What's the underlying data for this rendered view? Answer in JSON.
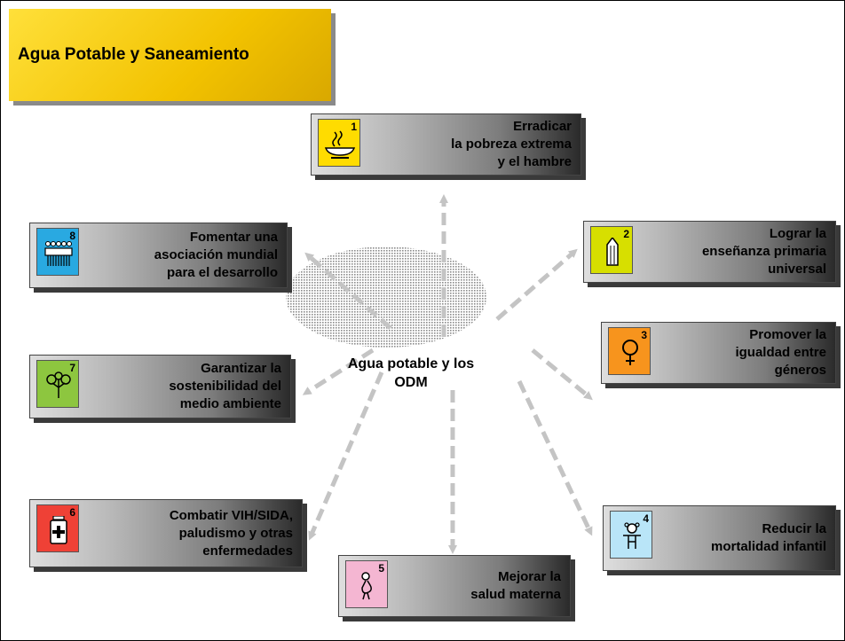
{
  "title": "Agua Potable y Saneamiento",
  "center": "Agua potable y los\nODM",
  "goals": [
    {
      "num": "1",
      "label": "Erradicar\nla pobreza extrema\ny el hambre",
      "color": "#ffdc00",
      "icon": "bowl-icon"
    },
    {
      "num": "2",
      "label": "Lograr la\nenseñanza primaria\nuniversal",
      "color": "#d7df00",
      "icon": "pencil-icon"
    },
    {
      "num": "3",
      "label": "Promover la\nigualdad entre\ngéneros",
      "color": "#f7941d",
      "icon": "female-symbol-icon"
    },
    {
      "num": "4",
      "label": "Reducir la\nmortalidad infantil",
      "color": "#b9e5f8",
      "icon": "child-icon"
    },
    {
      "num": "5",
      "label": "Mejorar la\nsalud materna",
      "color": "#f4b6d2",
      "icon": "pregnant-woman-icon"
    },
    {
      "num": "6",
      "label": "Combatir VIH/SIDA,\npaludismo y otras\nenfermedades",
      "color": "#ef4136",
      "icon": "medicine-bottle-icon"
    },
    {
      "num": "7",
      "label": "Garantizar la\nsostenibilidad del\nmedio ambiente",
      "color": "#8dc63f",
      "icon": "plant-icon"
    },
    {
      "num": "8",
      "label": "Fomentar una\nasociación mundial\npara el desarrollo",
      "color": "#29a9e1",
      "icon": "people-group-icon"
    }
  ]
}
